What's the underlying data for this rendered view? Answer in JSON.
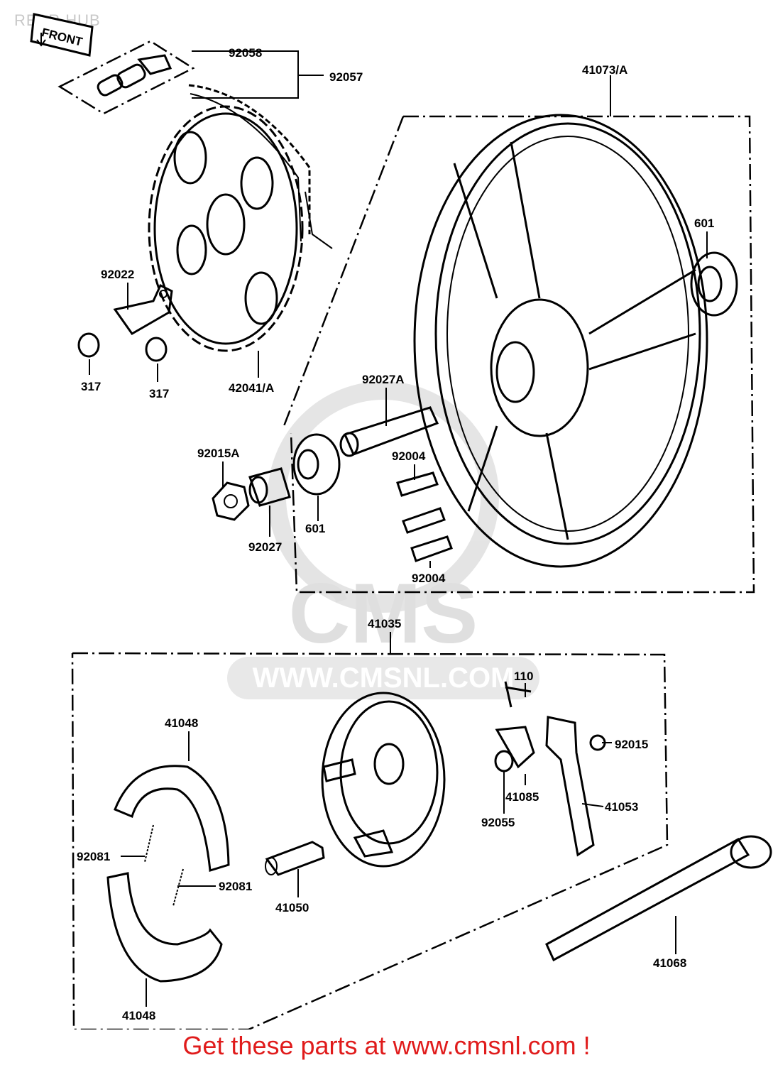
{
  "header": {
    "title": "REAR HUB"
  },
  "front_tag": {
    "label": "FRONT"
  },
  "parts": {
    "chain_joint": "92058",
    "chain": "92057",
    "wheel": "41073/A",
    "bearing_right": "601",
    "sprocket_stopper": "92022",
    "sprocket": "42041/A",
    "nut_left": "317",
    "nut_right": "317",
    "axle_sleeve": "92027A",
    "axle_nut": "92015A",
    "stud_top": "92004",
    "collar": "92027",
    "bearing_left": "601",
    "stud_bottom": "92004",
    "brake_panel": "41035",
    "cam_bolt": "110",
    "shoe_top": "41048",
    "cam_nut": "92015",
    "cam_indicator": "41085",
    "cam_lever": "41053",
    "cam_washer": "92055",
    "spring_left": "92081",
    "spring_right": "92081",
    "brake_cam": "41050",
    "axle": "41068",
    "shoe_bottom": "41048"
  },
  "watermark": {
    "url": "WWW.CMSNL.COM",
    "logo": "CMS"
  },
  "footer": {
    "text": "Get these parts at www.cmsnl.com !"
  }
}
